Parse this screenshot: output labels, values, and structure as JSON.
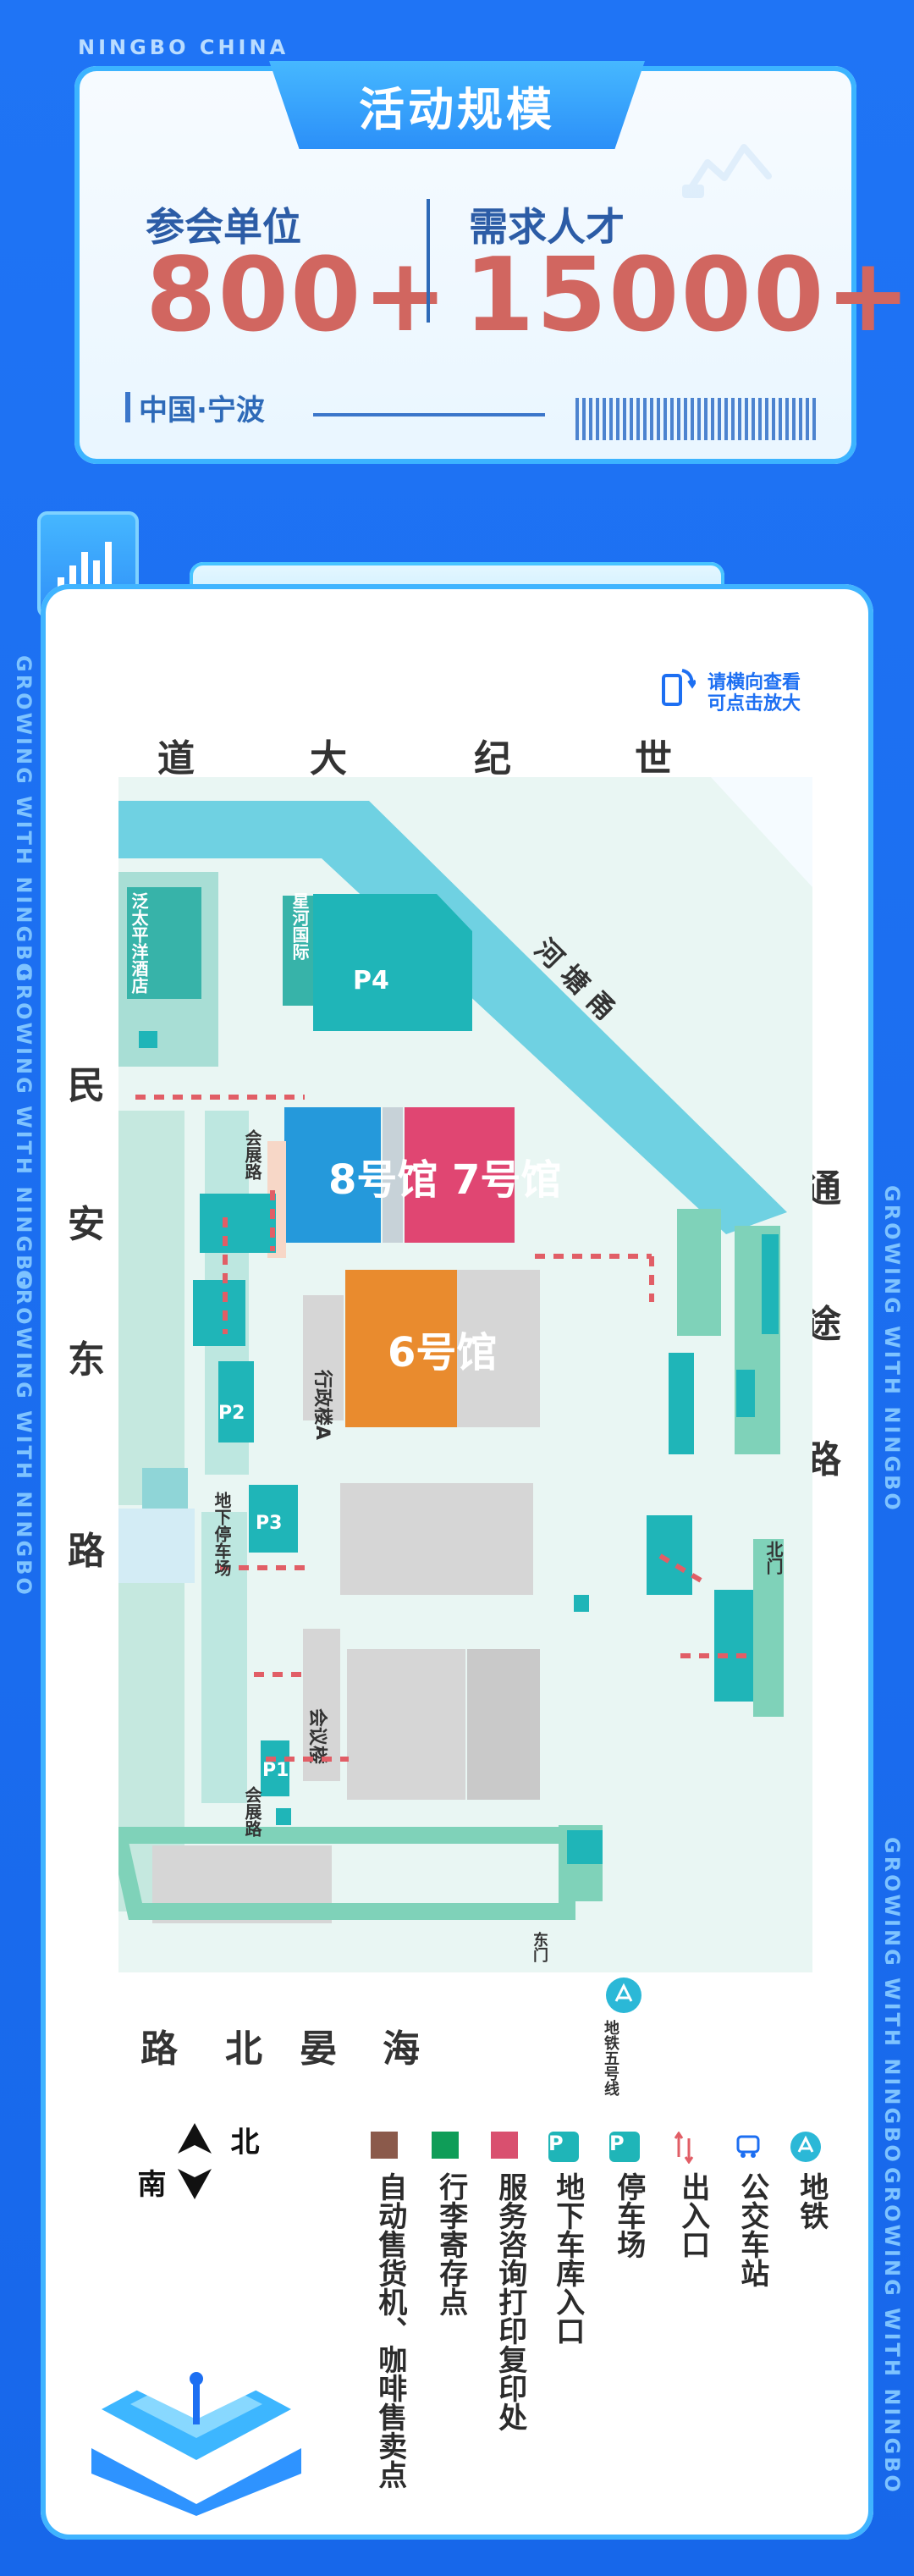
{
  "header": {
    "brand": "NINGBO CHINA",
    "title": "活动规模",
    "left_label": "参会单位",
    "left_value": "800+",
    "right_label": "需求人才",
    "right_value": "15000+",
    "location": "中国·宁波",
    "band": "GROWING WITH NINGBO"
  },
  "map_notes": {
    "hint_line1": "请横向查看",
    "hint_line2": "可点击放大"
  },
  "roads": {
    "top": [
      "道",
      "大",
      "纪",
      "世"
    ],
    "left": [
      "民",
      "安",
      "东",
      "路"
    ],
    "right": [
      "通",
      "途",
      "路"
    ],
    "bottom": [
      "路",
      "北",
      "晏",
      "海"
    ],
    "river": "河 塘 甬"
  },
  "side_labels": {
    "left_1": "GROWING WITH NINGBO",
    "left_2": "GROWING WITH NINGBO",
    "left_3": "GROWING WITH NINGBO",
    "right_1": "GROWING WITH NINGBO",
    "right_2": "GROWING WITH NINGBO",
    "right_3": "GROWING WITH NINGBO"
  },
  "map_labels": {
    "p4": "P4",
    "hall8": "8号馆",
    "hall7": "7号馆",
    "hall6": "6号馆",
    "admin_a": "行政楼A",
    "meeting": "会议楼",
    "p2": "P2",
    "p3": "P3",
    "p1": "P1",
    "underground": "地下停车场",
    "pacific_hotel": "泛太平洋酒店",
    "xinghe": "星河国际",
    "p": "P",
    "gate_n": "北门",
    "gate_s": "东门",
    "metro": "地铁五号线",
    "conference_hall_left_1": "会展路",
    "conference_hall_left_2": "会展路",
    "dongmen": "东门"
  },
  "legend": {
    "items": [
      "地铁",
      "公交车站",
      "出入口",
      "停车场",
      "地下车库入口",
      "服务咨询打印复印处",
      "行李寄存点",
      "自动售货机、咖啡售卖点"
    ],
    "north": "北",
    "south": "南"
  },
  "colors": {
    "page_blue": "#1d6ff2",
    "card_bg": "#ffffff",
    "accent_light": "#48c4ff",
    "hall8": "#1d73e8",
    "hall7": "#e04672",
    "hall6": "#e98b2e",
    "teal": "#1fb5b8",
    "mint": "#7fd2b9",
    "river": "#6fd1e2",
    "red": "#e15e66"
  }
}
